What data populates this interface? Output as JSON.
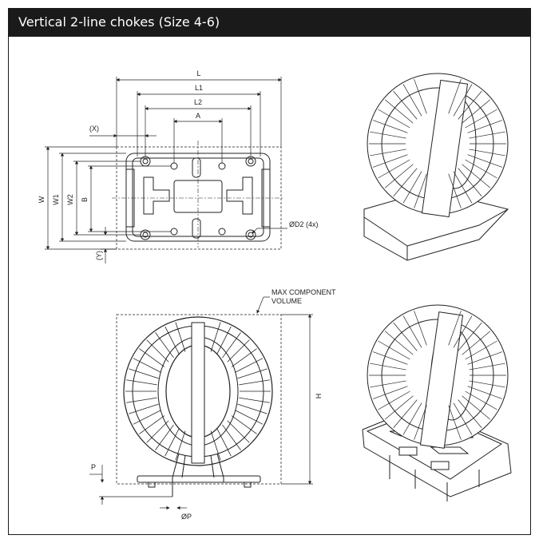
{
  "header": {
    "title": "Vertical 2-line chokes (Size 4-6)"
  },
  "top_view": {
    "labels": {
      "L": "L",
      "L1": "L1",
      "L2": "L2",
      "A": "A",
      "X": "(X)",
      "W": "W",
      "W1": "W1",
      "W2": "W2",
      "B": "B",
      "Y": "(Y)",
      "D2": "ØD2 (4x)"
    }
  },
  "front_view": {
    "labels": {
      "max_volume": "MAX COMPONENT",
      "max_volume_2": "VOLUME",
      "H": "H",
      "P": "P",
      "dP": "ØP"
    }
  },
  "colors": {
    "header_bg": "#1a1a1a",
    "header_text": "#ffffff",
    "line": "#222222",
    "dash": "#555555"
  }
}
